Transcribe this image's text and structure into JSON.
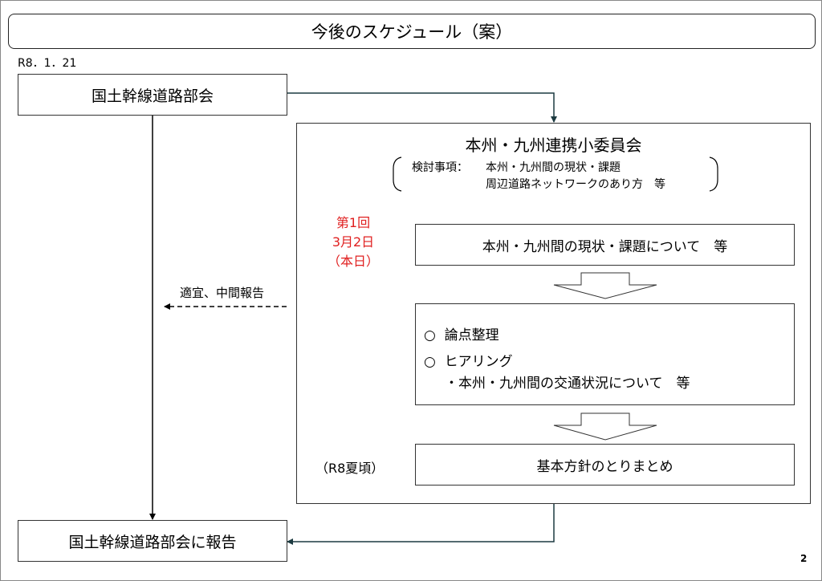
{
  "title": "今後のスケジュール（案）",
  "date_label": "R8．1．21",
  "main_committee": "国土幹線道路部会",
  "report_box": "国土幹線道路部会に報告",
  "interim_report": "適宜、中間報告",
  "subcommittee": {
    "title": "本州・九州連携小委員会",
    "topics_label": "検討事項：",
    "topics": [
      "本州・九州間の現状・課題",
      "周辺道路ネットワークのあり方　等"
    ]
  },
  "first_meeting": {
    "lines": [
      "第1回",
      "3月2日",
      "（本日）"
    ],
    "color": "#e02020"
  },
  "step1": "本州・九州間の現状・課題について　等",
  "step2": {
    "items": [
      {
        "bullet": "○",
        "label": "論点整理"
      },
      {
        "bullet": "○",
        "label": "ヒアリング"
      }
    ],
    "sub_item": "・本州・九州間の交通状況について　等"
  },
  "summer_label": "（R8夏頃）",
  "step3": "基本方針のとりまとめ",
  "page_number": "2"
}
